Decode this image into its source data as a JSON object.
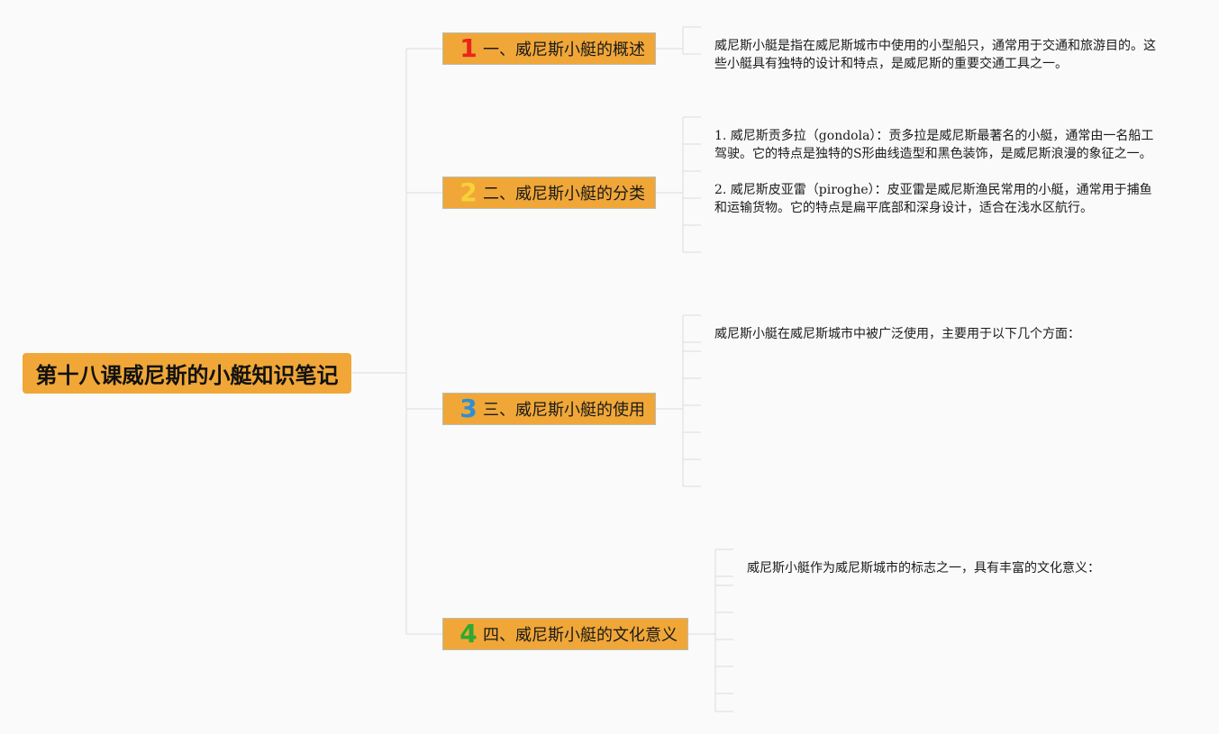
{
  "root": {
    "title": "第十八课威尼斯的小艇知识笔记",
    "color": "#f0a738"
  },
  "branches": [
    {
      "number": "1",
      "number_color": "#e8251c",
      "label": "一、威尼斯小艇的概述",
      "notes": [
        "威尼斯小艇是指在威尼斯城市中使用的小型船只，通常用于交通和旅游目的。这些小艇具有独特的设计和特点，是威尼斯的重要交通工具之一。"
      ]
    },
    {
      "number": "2",
      "number_color": "#f7d23a",
      "label": "二、威尼斯小艇的分类",
      "notes": [
        "1. 威尼斯贡多拉（gondola）：贡多拉是威尼斯最著名的小艇，通常由一名船工驾驶。它的特点是独特的S形曲线造型和黑色装饰，是威尼斯浪漫的象征之一。",
        "2. 威尼斯皮亚雷（piroghe）：皮亚雷是威尼斯渔民常用的小艇，通常用于捕鱼和运输货物。它的特点是扁平底部和深身设计，适合在浅水区航行。"
      ]
    },
    {
      "number": "3",
      "number_color": "#2f8fd0",
      "label": "三、威尼斯小艇的使用",
      "notes": [
        "威尼斯小艇在威尼斯城市中被广泛使用，主要用于以下几个方面："
      ]
    },
    {
      "number": "4",
      "number_color": "#2ea832",
      "label": "四、威尼斯小艇的文化意义",
      "notes": [
        "威尼斯小艇作为威尼斯城市的标志之一，具有丰富的文化意义："
      ]
    }
  ]
}
